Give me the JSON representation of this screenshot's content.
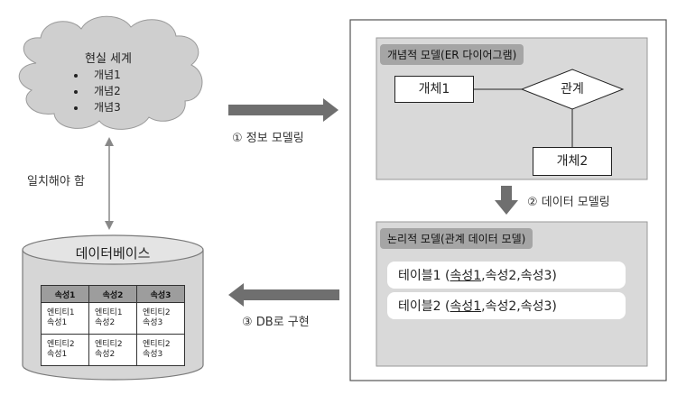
{
  "cloud": {
    "title": "현실 세계",
    "items": [
      "개념1",
      "개념2",
      "개념3"
    ]
  },
  "match_label": "일치해야 함",
  "database": {
    "title": "데이터베이스",
    "headers": [
      "속성1",
      "속성2",
      "속성3"
    ],
    "rows": [
      [
        "엔티티1",
        "속성1",
        "엔티티1",
        "속성2",
        "엔티티2",
        "속성3"
      ],
      [
        "엔티티2",
        "속성1",
        "엔티티2",
        "속성2",
        "엔티티2",
        "속성3"
      ]
    ]
  },
  "steps": {
    "info_modeling": "① 정보 모델링",
    "data_modeling": "② 데이터 모델링",
    "db_impl": "③ DB로 구현"
  },
  "conceptual": {
    "header": "개념적 모델(ER 다이어그램)",
    "entity1": "개체1",
    "relation": "관계",
    "entity2": "개체2"
  },
  "logical": {
    "header": "논리적 모델(관계 데이터 모델)",
    "rows": [
      {
        "name": "테이블1 (",
        "key": "속성1",
        "rest": ",속성2,속성3)"
      },
      {
        "name": "테이블2 (",
        "key": "속성1",
        "rest": ",속성2,속성3)"
      }
    ]
  }
}
